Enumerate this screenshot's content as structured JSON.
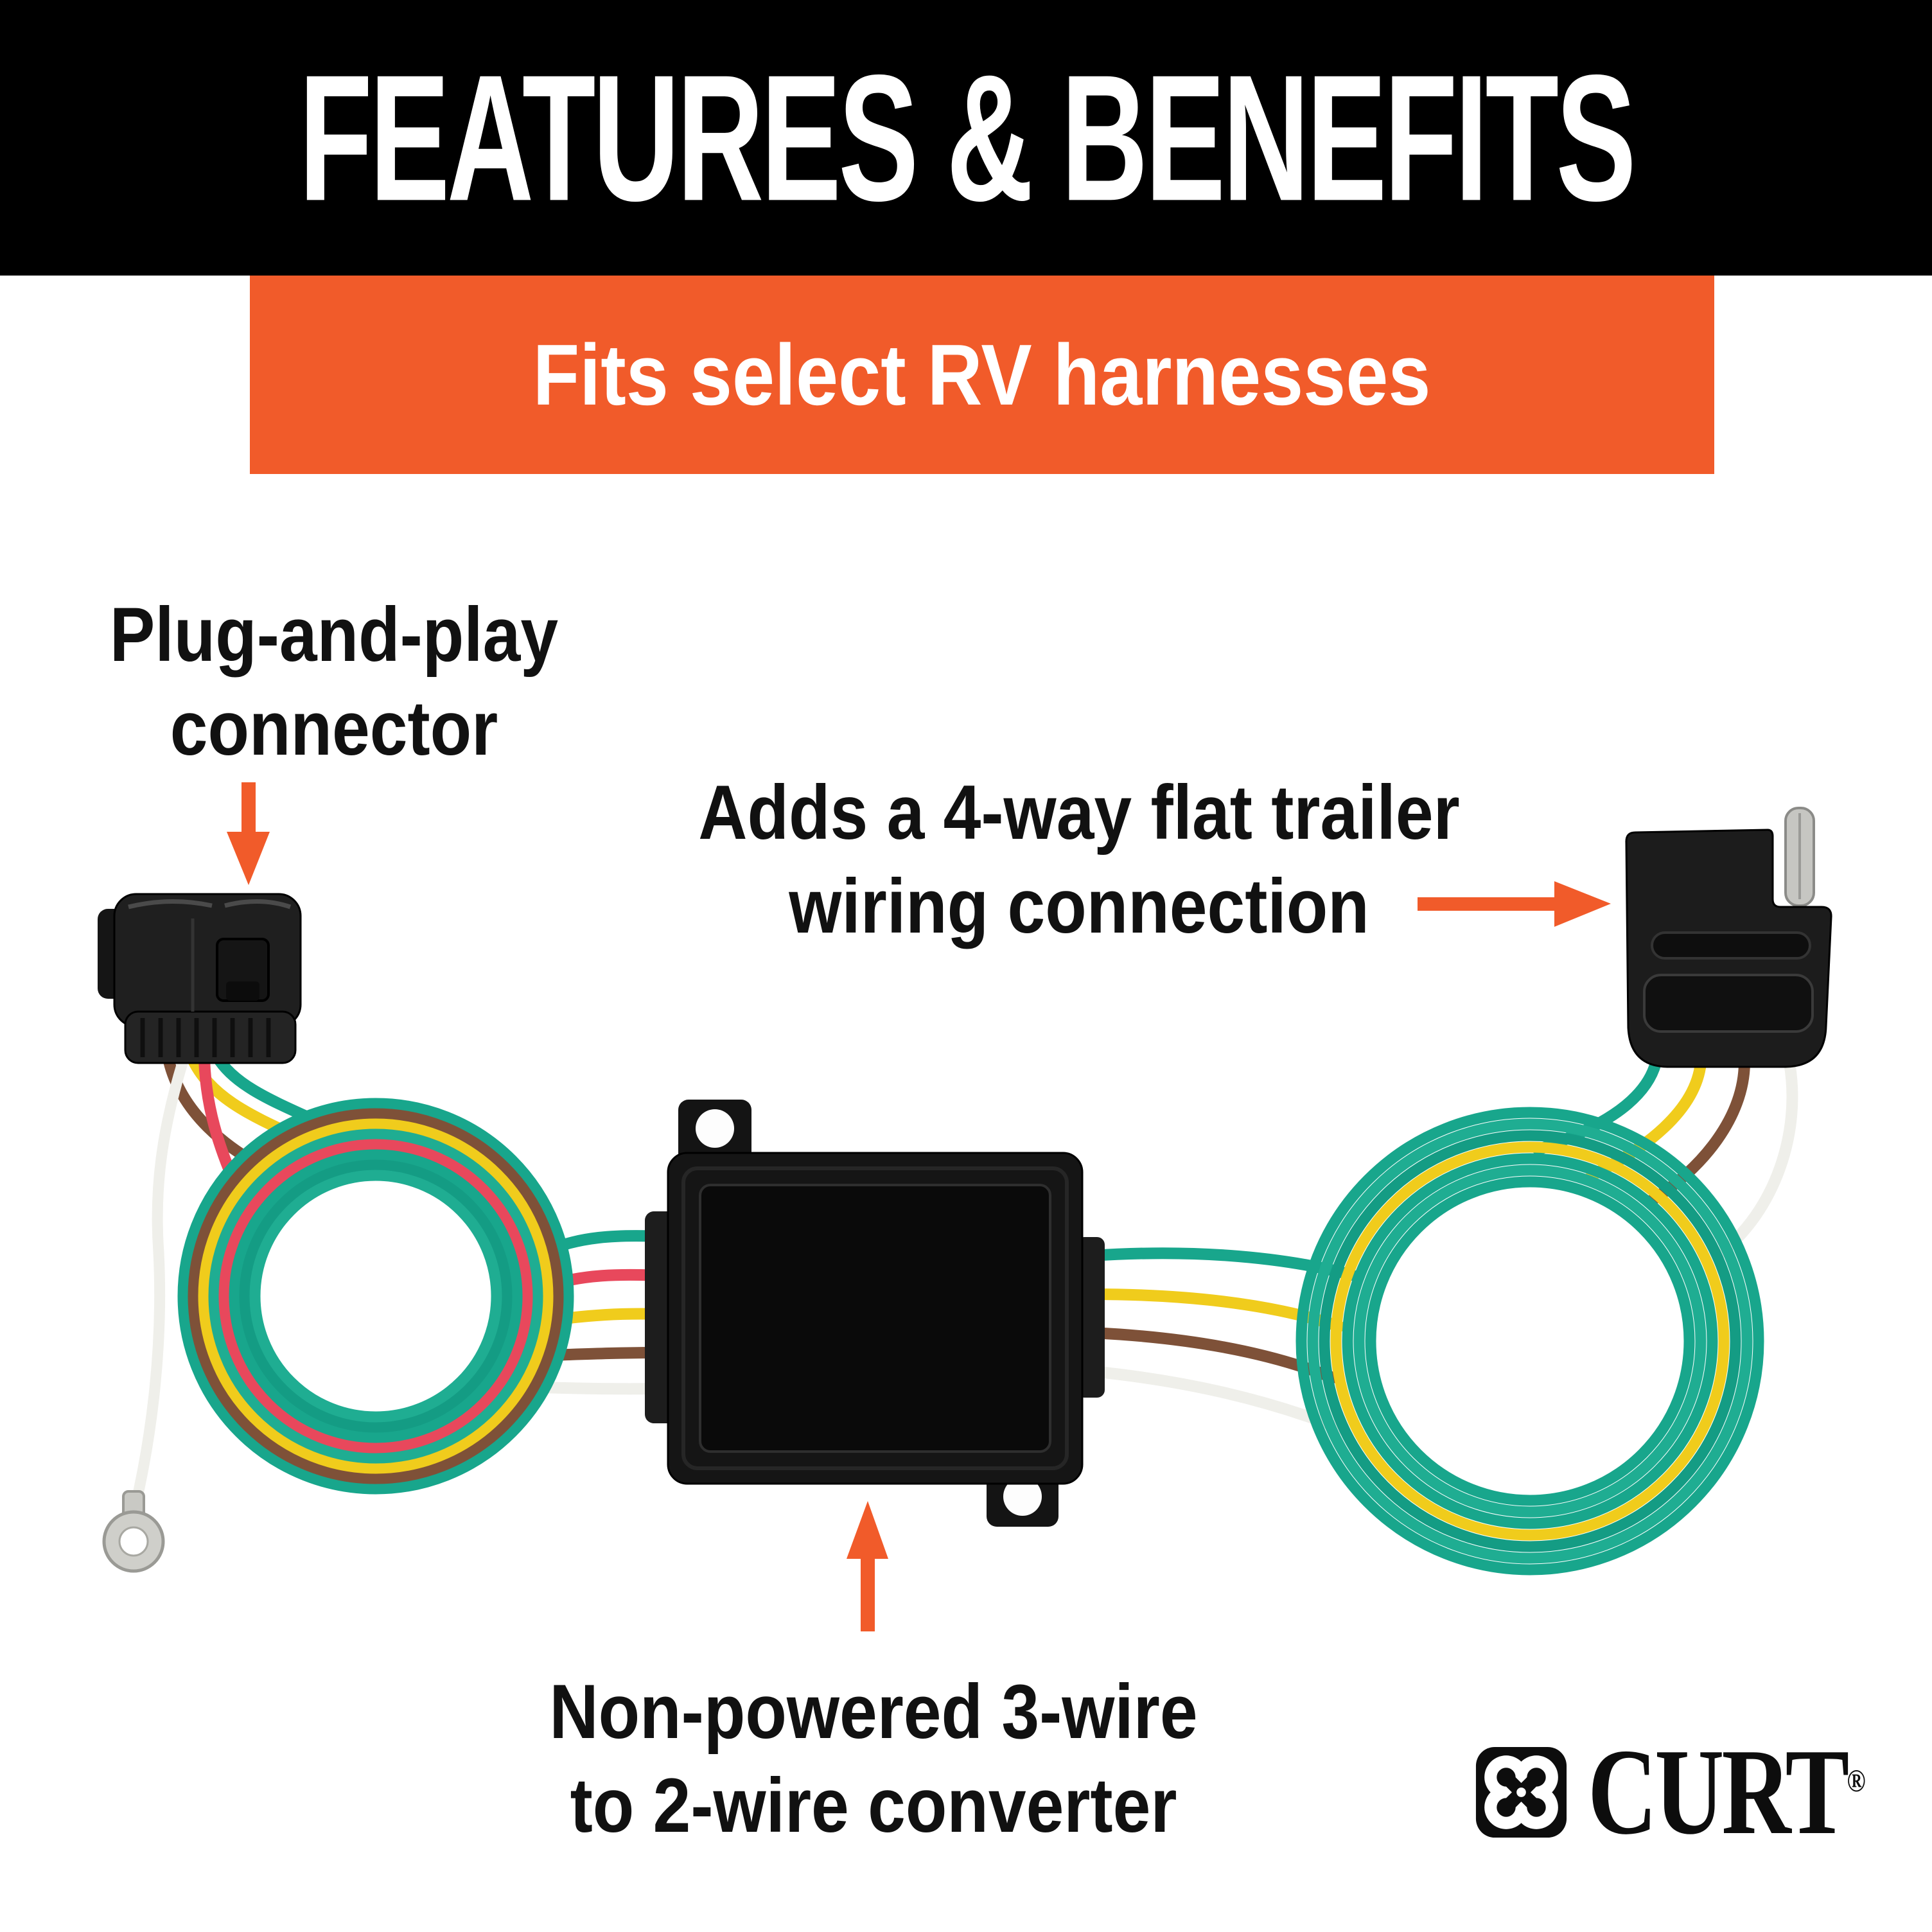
{
  "header": {
    "title": "FEATURES & BENEFITS",
    "bg": "#000000",
    "text_color": "#FFFFFF"
  },
  "banner": {
    "text": "Fits select RV harnesses",
    "bg": "#F15B2A",
    "text_color": "#FFFFFF"
  },
  "callouts": {
    "plug": {
      "line1": "Plug-and-play",
      "line2": "connector",
      "arrow_icon": "down-arrow-icon"
    },
    "four_way": {
      "line1": "Adds a 4-way flat trailer",
      "line2": "wiring connection",
      "arrow_icon": "right-arrow-icon"
    },
    "converter": {
      "line1": "Non-powered 3-wire",
      "line2": "to 2-wire converter",
      "arrow_icon": "up-arrow-icon"
    }
  },
  "logo": {
    "wordmark": "CURT",
    "registered": "®",
    "icon": "curt-clover-icon"
  },
  "colors": {
    "orange": "#F15B2A",
    "green": "#18A68C",
    "green2": "#1FAD92",
    "green3": "#149C84",
    "yellow": "#F0CC1C",
    "brown": "#7E5138",
    "red": "#E8485C",
    "white-wire": "#EFEFEA",
    "plastic": "#1B1B1B",
    "ink": "#111111"
  }
}
